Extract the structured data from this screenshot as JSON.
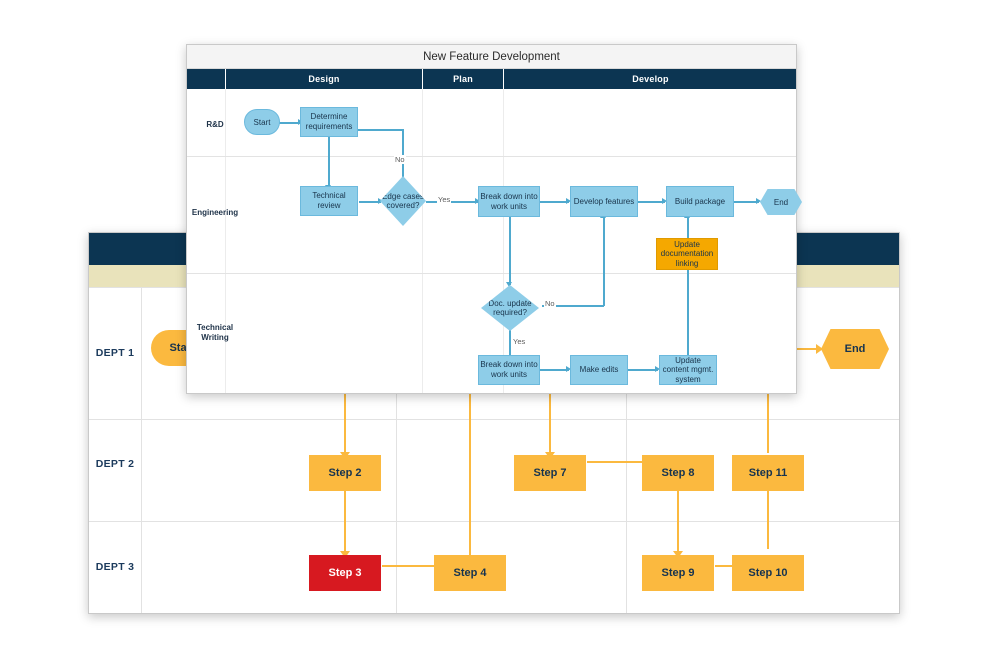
{
  "background_diagram": {
    "name": "generic-swimlane-template",
    "colors": {
      "header": "#0c3552",
      "subheader": "#e9e3bb",
      "step": "#fbb93f",
      "alert": "#d71920",
      "label": "#1b3a5c"
    },
    "lanes": [
      {
        "label": "DEPT 1"
      },
      {
        "label": "DEPT 2"
      },
      {
        "label": "DEPT 3"
      }
    ],
    "nodes": [
      {
        "id": "start",
        "label": "Start",
        "shape": "pill",
        "color": "#fbb93f"
      },
      {
        "id": "step2",
        "label": "Step 2",
        "shape": "rect",
        "color": "#fbb93f"
      },
      {
        "id": "step3",
        "label": "Step 3",
        "shape": "rect",
        "color": "#d71920"
      },
      {
        "id": "step4",
        "label": "Step 4",
        "shape": "rect",
        "color": "#fbb93f"
      },
      {
        "id": "step7",
        "label": "Step 7",
        "shape": "rect",
        "color": "#fbb93f"
      },
      {
        "id": "step8",
        "label": "Step 8",
        "shape": "rect",
        "color": "#fbb93f"
      },
      {
        "id": "step9",
        "label": "Step 9",
        "shape": "rect",
        "color": "#fbb93f"
      },
      {
        "id": "step10",
        "label": "Step 10",
        "shape": "rect",
        "color": "#fbb93f"
      },
      {
        "id": "step11",
        "label": "Step 11",
        "shape": "rect",
        "color": "#fbb93f"
      },
      {
        "id": "end",
        "label": "End",
        "shape": "hexagon",
        "color": "#fbb93f"
      }
    ]
  },
  "foreground_diagram": {
    "title": "New Feature Development",
    "colors": {
      "header": "#0c3552",
      "node": "#8ecde8",
      "node_border": "#6bb9dd",
      "highlight": "#f5a800",
      "connector": "#4fa9ce"
    },
    "phase_headers": [
      "",
      "Design",
      "Plan",
      "Develop"
    ],
    "lanes": [
      {
        "label": "R&D"
      },
      {
        "label": "Engineering"
      },
      {
        "label": "Technical Writing"
      }
    ],
    "nodes": [
      {
        "id": "start",
        "label": "Start",
        "shape": "pill"
      },
      {
        "id": "determine-requirements",
        "label": "Determine requirements",
        "shape": "rect"
      },
      {
        "id": "technical-review",
        "label": "Technical review",
        "shape": "rect"
      },
      {
        "id": "edge-cases-covered",
        "label": "Edge cases covered?",
        "shape": "diamond"
      },
      {
        "id": "break-down-work-units-eng",
        "label": "Break down into work units",
        "shape": "rect"
      },
      {
        "id": "develop-features",
        "label": "Develop features",
        "shape": "rect"
      },
      {
        "id": "build-package",
        "label": "Build package",
        "shape": "rect"
      },
      {
        "id": "end",
        "label": "End",
        "shape": "hexagon"
      },
      {
        "id": "update-documentation-linking",
        "label": "Update documentation linking",
        "shape": "rect",
        "highlight": true
      },
      {
        "id": "doc-update-required",
        "label": "Doc. update required?",
        "shape": "diamond"
      },
      {
        "id": "break-down-work-units-tw",
        "label": "Break down into work units",
        "shape": "rect"
      },
      {
        "id": "make-edits",
        "label": "Make edits",
        "shape": "rect"
      },
      {
        "id": "update-content-mgmt-system",
        "label": "Update content mgmt. system",
        "shape": "rect"
      }
    ],
    "edge_labels": {
      "no_edge_cases": "No",
      "yes_edge_cases": "Yes",
      "no_doc": "No",
      "yes_doc": "Yes"
    }
  }
}
